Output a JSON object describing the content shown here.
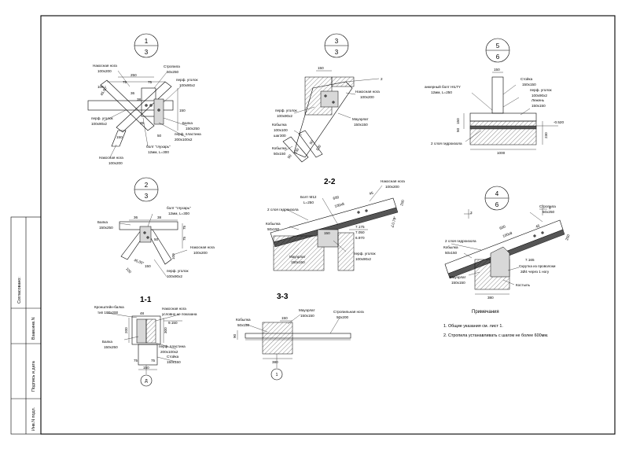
{
  "stamp": {
    "agreed": "Согласовано:",
    "inv_replace": "Взам.инв.N",
    "sign_date": "Подпись и дата",
    "inv_orig": "Инв.N подл."
  },
  "nodes": {
    "n13": {
      "top": "1",
      "bottom": "3"
    },
    "n33": {
      "top": "3",
      "bottom": "3"
    },
    "n56": {
      "top": "5",
      "bottom": "6"
    },
    "n23": {
      "top": "2",
      "bottom": "3"
    },
    "n46": {
      "top": "4",
      "bottom": "6"
    }
  },
  "section_titles": {
    "s22": "2-2",
    "s11": "1-1",
    "s33": "3-3"
  },
  "detail1": {
    "l1": "Накосная нога",
    "l1b": "100x200",
    "l2": "Стропила",
    "l2b": "50x250",
    "l3": "перф. уголок",
    "l3b": "100x90x2",
    "l4": "перф. уголок",
    "l4b": "100x90x2",
    "l5": "Балка",
    "l5b": "150x250",
    "l6": "перф. пластина",
    "l6b": "200x100x2",
    "l7": "болт \"глухарь\"",
    "l7b": "12мм, L=300",
    "l8": "Накосная нога",
    "l8b": "100x200",
    "d250": "250",
    "d75a": "75",
    "d75b": "75",
    "d36": "36",
    "d38": "38",
    "d150": "150",
    "d50": "50",
    "d35": "35",
    "d100": "100",
    "d150b": "150",
    "a45": "45,00°"
  },
  "detail3": {
    "l1": "Накосная нога",
    "l1b": "100x200",
    "l2": "перф. уголок",
    "l2b": "100x90x2",
    "l3": "Мауэрлат",
    "l3b": "150x150",
    "l4": "Кобылка",
    "l4b": "100x100",
    "l4c": "шаг300",
    "l5": "Кобылка",
    "l5b": "50x150",
    "d150": "150",
    "d2": "2",
    "d50": "50",
    "d100": "100",
    "d150b": "150",
    "d50b": "50"
  },
  "detail5": {
    "l1": "анкерный болт HILTY",
    "l1b": "12мм, L=250",
    "l2": "Стойка",
    "l2b": "150x150",
    "l3": "перф. уголок",
    "l3b": "100x90x2",
    "l4": "Лежень",
    "l4b": "150x150",
    "l5": "2 слоя гидроизола",
    "d150": "150",
    "d150b": "150",
    "d50": "50",
    "d230": "230",
    "d1000": "1000",
    "elev": "-0.520"
  },
  "detail2": {
    "l1": "болт \"глухарь\"",
    "l1b": "12мм, L=300",
    "l2": "Балка",
    "l2b": "150x250",
    "l3": "Накосная нога",
    "l3b": "100x200",
    "l4": "перф. уголок",
    "l4b": "100x90x2",
    "d36": "36",
    "d38": "38",
    "d75": "75",
    "d75b": "75",
    "d50": "50",
    "d150": "150",
    "d100": "100",
    "d100b": "100",
    "a45": "45,00°"
  },
  "section22": {
    "l1": "Болт М12",
    "l1b": "L=250",
    "l2": "2 слоя гидроизола",
    "l3": "Кобылка",
    "l3b": "50x150",
    "l4": "Накосная нога",
    "l4b": "100x200",
    "l5": "перф. уголок",
    "l5b": "100x90x2",
    "l6": "Мауэрлат",
    "l6b": "150x150",
    "d600": "600",
    "d100": "100x8",
    "d45": "45",
    "d200": "200",
    "e1": "7.175",
    "e2": "7.050",
    "e3": "6.970",
    "e4": "∠0.79°",
    "d150": "150"
  },
  "detail4": {
    "l1": "Стропила",
    "l1b": "50x250",
    "l2": "2 слоя гидроизола",
    "l3": "Кобылка",
    "l3b": "50x150",
    "l4": "Мауэрлат",
    "l4b": "150x150",
    "l5": "Скрутка из проволоки",
    "l5b": "2Ø4 через 1 ногу",
    "l6": "Костыль",
    "d600": "600",
    "d100": "100x8",
    "d45": "45",
    "d250": "250",
    "d380": "380",
    "e1": "7.165",
    "d3": "3",
    "d3b": "3"
  },
  "section11": {
    "l1": "Кронштейн-балка",
    "l1b": "тип 100x200",
    "l2": "Накосная нога",
    "l2b": "условно не показана",
    "l3": "Балка",
    "l3b": "150x250",
    "l4": "перф. пластина",
    "l4b": "200x100x2",
    "l5": "Стойка",
    "l5b": "150x150",
    "d48": "48",
    "d200": "200",
    "d300": "300",
    "d75": "75",
    "d75b": "75",
    "d150": "150",
    "e1": "9.150",
    "axis": "Д"
  },
  "section33": {
    "l1": "Кобылка",
    "l1b": "50x150",
    "l2": "Мауэрлат",
    "l2b": "150x150",
    "l3": "Стропильная нога",
    "l3b": "50x200",
    "d150": "150",
    "d380": "380",
    "d90": "90",
    "axis": "1"
  },
  "notes": {
    "title": "Примечания",
    "n1": "1. Общие указания см. лист 1.",
    "n2": "2. Стропила устанавливать с шагом не более 600мм."
  }
}
